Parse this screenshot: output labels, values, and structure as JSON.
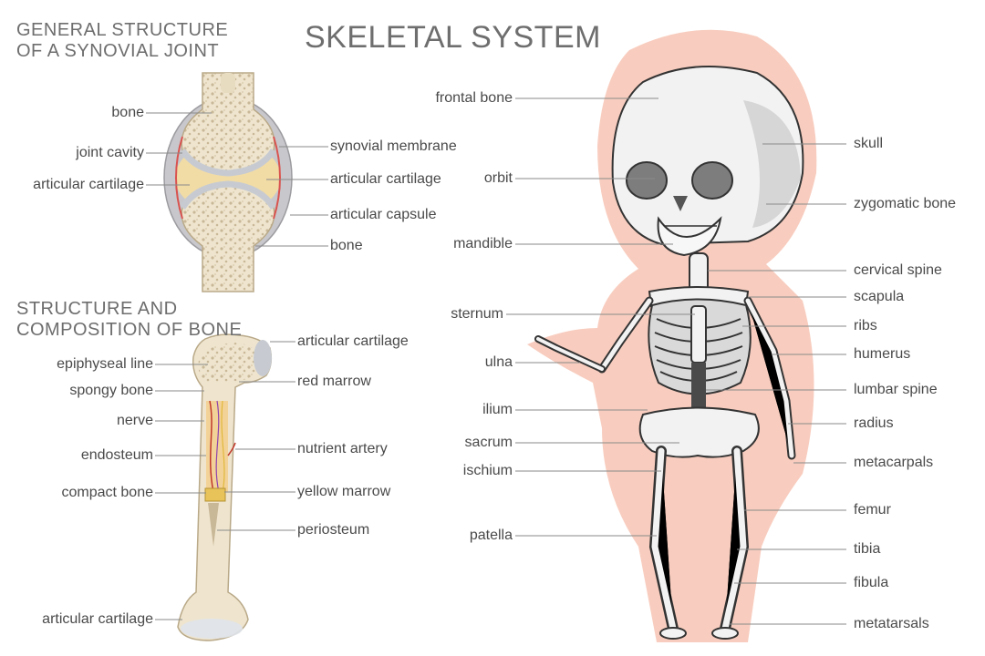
{
  "title": "SKELETAL SYSTEM",
  "sections": {
    "joint_title_line1": "GENERAL STRUCTURE",
    "joint_title_line2": "OF A SYNOVIAL JOINT",
    "bone_title_line1": "STRUCTURE AND",
    "bone_title_line2": "COMPOSITION OF BONE"
  },
  "joint_labels": {
    "bone_top": "bone",
    "joint_cavity": "joint cavity",
    "articular_cartilage_left": "articular cartilage",
    "synovial_membrane": "synovial membrane",
    "articular_cartilage_right": "articular cartilage",
    "articular_capsule": "articular capsule",
    "bone_bottom": "bone"
  },
  "bone_labels": {
    "epiphyseal_line": "epiphyseal line",
    "spongy_bone": "spongy bone",
    "nerve": "nerve",
    "endosteum": "endosteum",
    "compact_bone": "compact bone",
    "articular_cartilage_bottom": "articular cartilage",
    "articular_cartilage_top": "articular cartilage",
    "red_marrow": "red marrow",
    "nutrient_artery": "nutrient artery",
    "yellow_marrow": "yellow marrow",
    "periosteum": "periosteum"
  },
  "skeleton_labels": {
    "frontal_bone": "frontal bone",
    "orbit": "orbit",
    "mandible": "mandible",
    "sternum": "sternum",
    "ulna": "ulna",
    "ilium": "ilium",
    "sacrum": "sacrum",
    "ischium": "ischium",
    "patella": "patella",
    "skull": "skull",
    "zygomatic_bone": "zygomatic bone",
    "cervical_spine": "cervical spine",
    "scapula": "scapula",
    "ribs": "ribs",
    "humerus": "humerus",
    "lumbar_spine": "lumbar spine",
    "radius": "radius",
    "metacarpals": "metacarpals",
    "femur": "femur",
    "tibia": "tibia",
    "fibula": "fibula",
    "metatarsals": "metatarsals"
  },
  "colors": {
    "text": "#4a4a4a",
    "title": "#6e6e6e",
    "leader": "#8a8a8a",
    "bone": "#efe5cf",
    "spongy": "#c9b898",
    "cartilage": "#f2dca6",
    "capsule": "#c8c8cc",
    "skin_glow": "#f8cdbf",
    "skeleton": "#f2f2f2",
    "outline": "#333333",
    "artery": "#c0392b",
    "nerve": "#e0b83a"
  }
}
